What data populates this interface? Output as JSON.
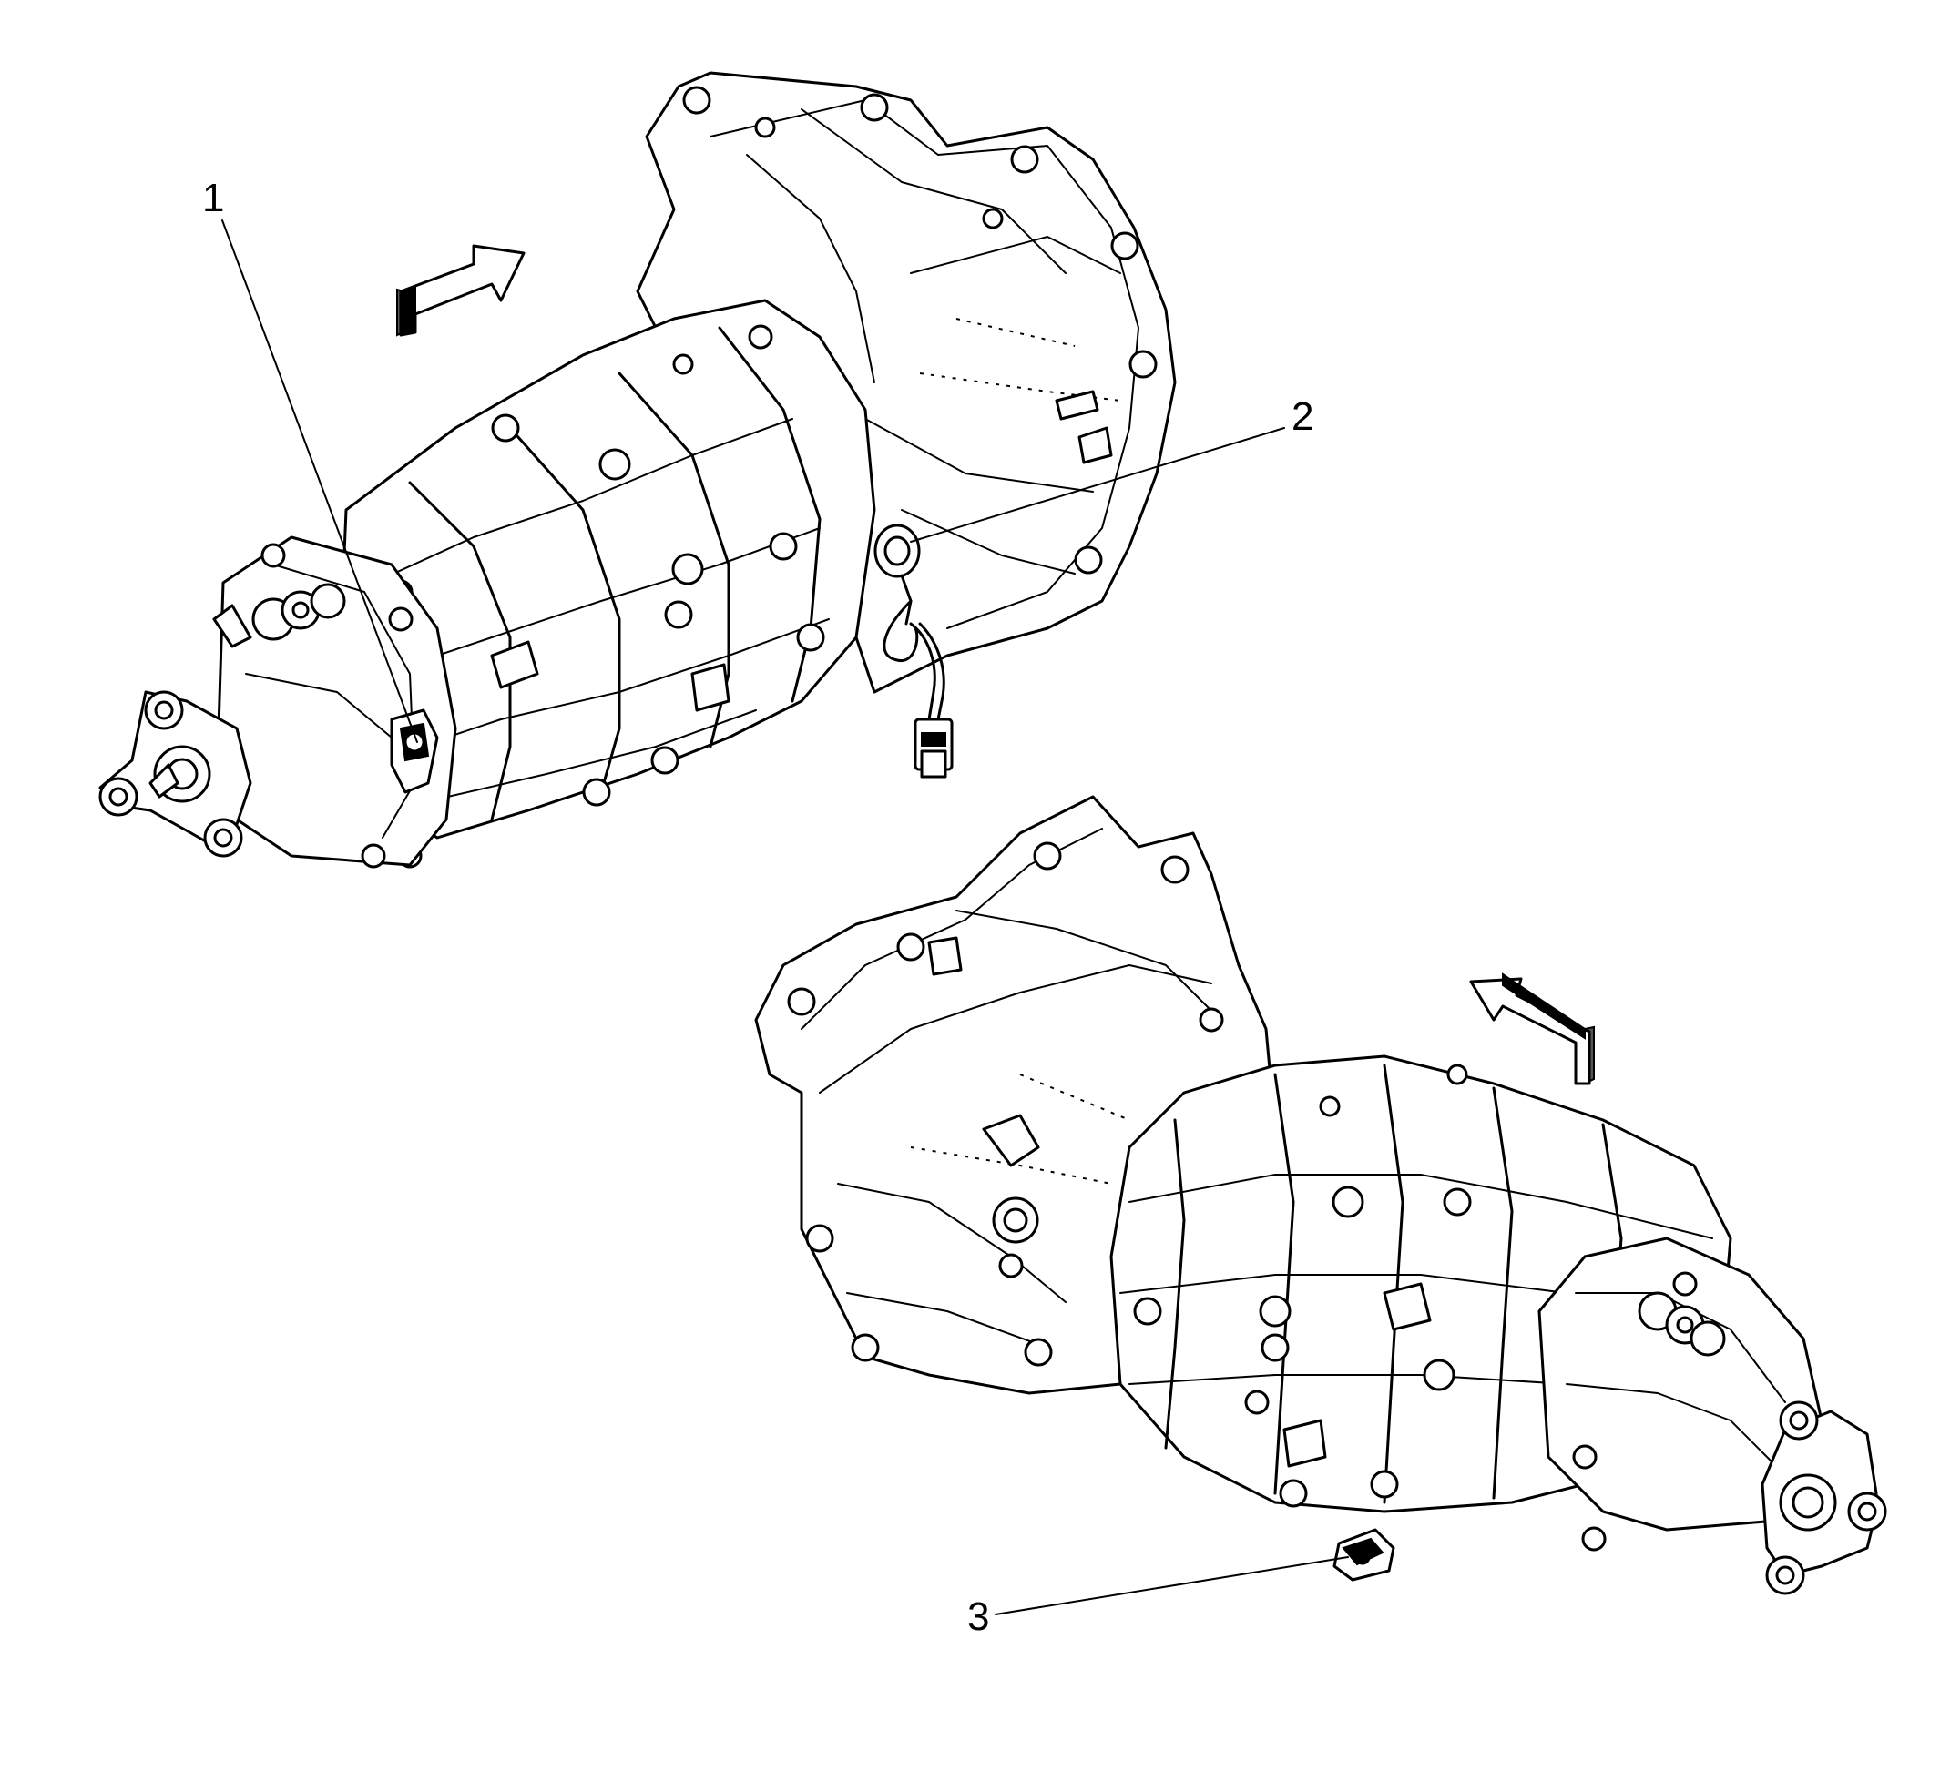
{
  "callouts": [
    {
      "id": "1",
      "label": "1"
    },
    {
      "id": "2",
      "label": "2"
    },
    {
      "id": "3",
      "label": "3"
    }
  ],
  "colors": {
    "line": "#000000",
    "background": "#ffffff",
    "arrow_shade": "#555555"
  }
}
